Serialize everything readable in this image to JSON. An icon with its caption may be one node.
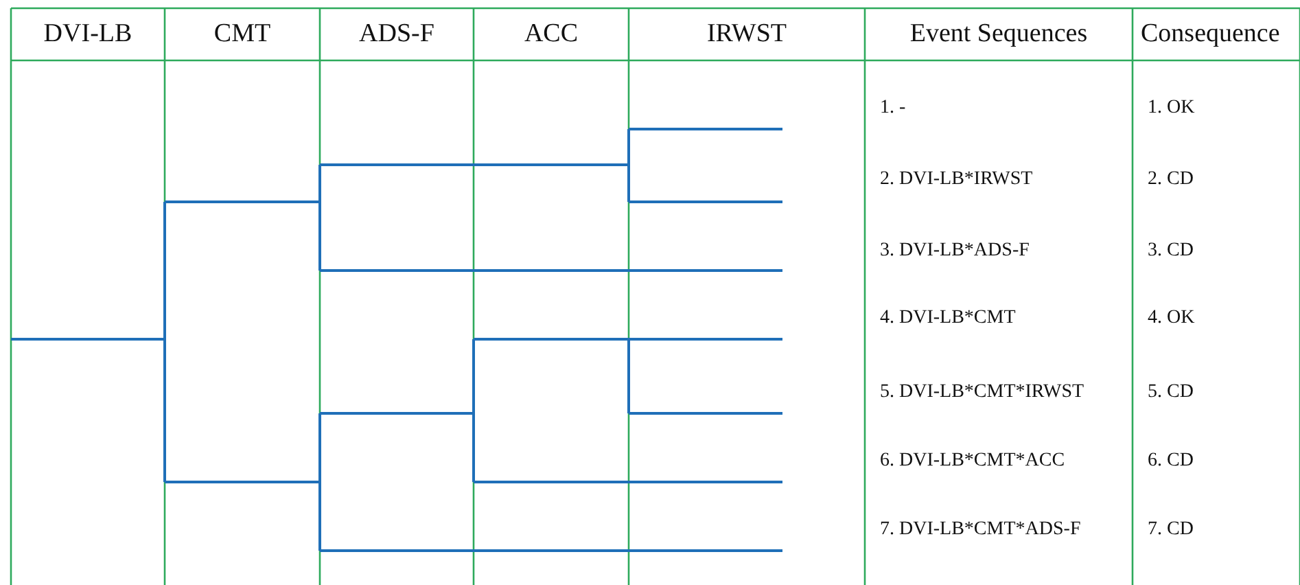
{
  "diagram": {
    "labels": [
      "DVI-LB",
      "CMT",
      "ADS-F",
      "ACC",
      "IRWST",
      "Event Sequences",
      "Consequence",
      "1. -",
      "1. OK",
      "2. DVI-LB*IRWST",
      "2. CD",
      "3. DVI-LB*ADS-F",
      "3. CD",
      "4. DVI-LB*CMT",
      "4. OK",
      "5. DVI-LB*CMT*IRWST",
      "5. CD",
      "6. DVI-LB*CMT*ACC",
      "6. CD",
      "7. DVI-LB*CMT*ADS-F",
      "7. CD"
    ]
  }
}
